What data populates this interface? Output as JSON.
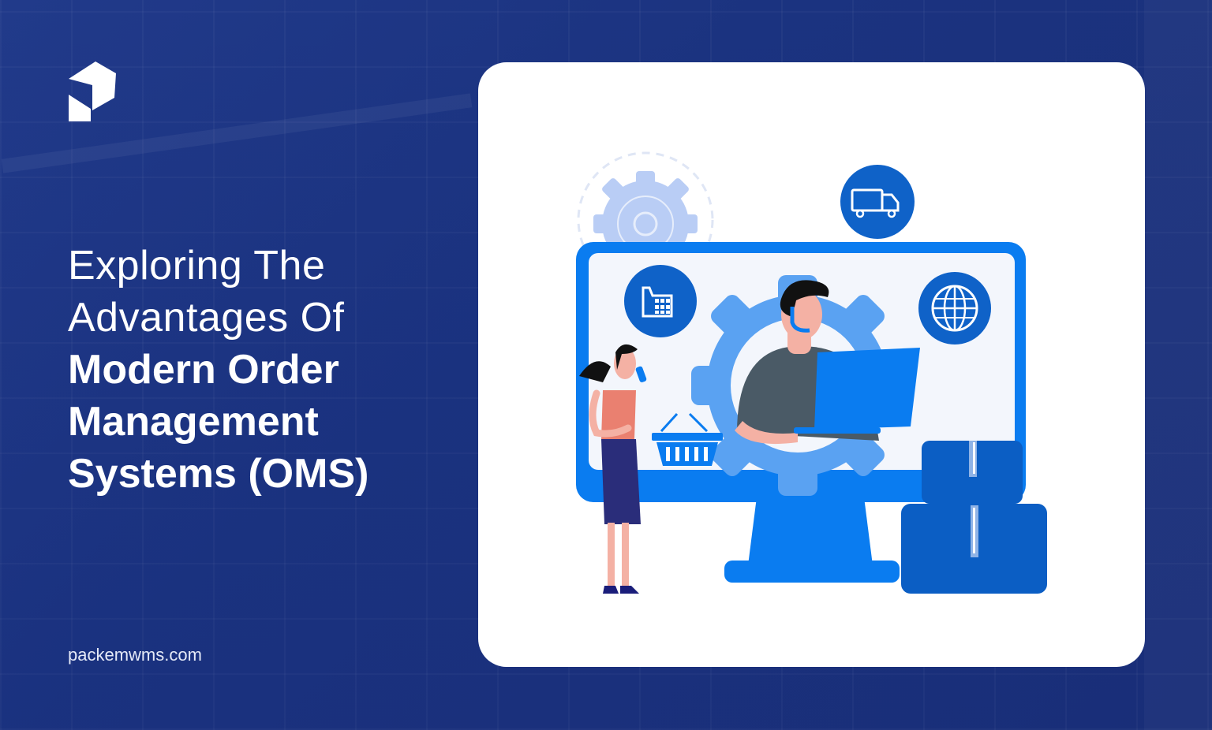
{
  "brand": {
    "logo_icon": "packem-logo-icon",
    "website": "packemwms.com"
  },
  "headline": {
    "light_lines": [
      "Exploring The",
      "Advantages Of"
    ],
    "bold_lines": [
      "Modern Order",
      "Management",
      "Systems (OMS)"
    ]
  },
  "illustration": {
    "description": "Customer support agent with headset at computer inside a gear on a large monitor, woman on phone, shopping basket, shipping boxes, truck, factory and globe icons",
    "icons": [
      "gear-icon",
      "truck-icon",
      "factory-icon",
      "globe-icon",
      "shopping-basket-icon",
      "package-box-icon",
      "monitor-icon",
      "headset-icon"
    ],
    "colors": {
      "primary_blue": "#0a7cf0",
      "dark_blue": "#0b5ec4",
      "circle_blue": "#0f62c8",
      "light_gear": "#b9cdf5",
      "gear_blue": "#5aa2f2",
      "screen_bg": "#f3f6fc",
      "shirt_grey": "#4a5a66",
      "skin": "#f4b1a4",
      "top_coral": "#ea8070",
      "skirt_navy": "#2a2d7a"
    }
  },
  "colors": {
    "background": "#1d3480",
    "card": "#ffffff",
    "text": "#ffffff"
  }
}
